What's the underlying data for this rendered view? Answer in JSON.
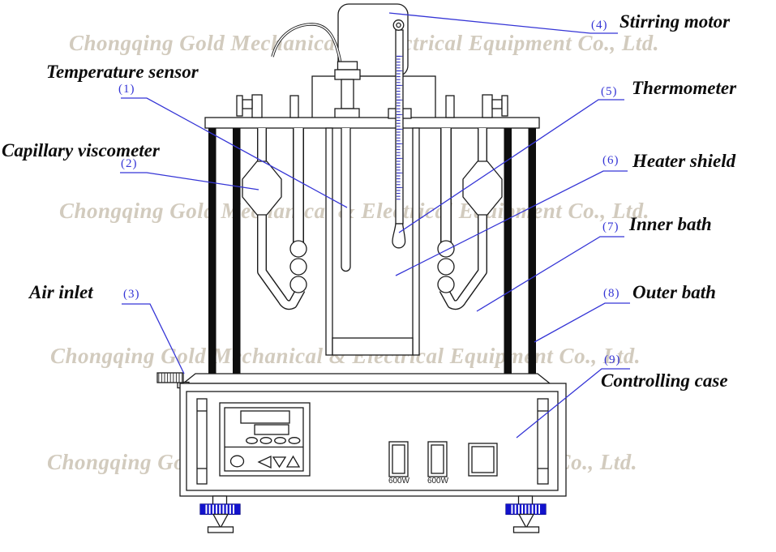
{
  "watermark": {
    "text": "Chongqing Gold Mechanical & Electrical Equipment Co., Ltd."
  },
  "parts": [
    {
      "number": "(1)",
      "name": "Temperature sensor"
    },
    {
      "number": "(2)",
      "name": "Capillary viscometer"
    },
    {
      "number": "(3)",
      "name": "Air inlet"
    },
    {
      "number": "(4)",
      "name": "Stirring motor"
    },
    {
      "number": "(5)",
      "name": "Thermometer"
    },
    {
      "number": "(6)",
      "name": "Heater shield"
    },
    {
      "number": "(7)",
      "name": "Inner bath"
    },
    {
      "number": "(8)",
      "name": "Outer bath"
    },
    {
      "number": "(9)",
      "name": "Controlling case"
    }
  ],
  "controls": {
    "switch1_label": "600W",
    "switch2_label": "600W"
  },
  "colors": {
    "leader_blue": "#3535d6",
    "tick_blue": "#2020c0",
    "foot_blue": "#1212cc",
    "watermark": "#d2cbbe",
    "label_black": "#0d0d0d"
  }
}
